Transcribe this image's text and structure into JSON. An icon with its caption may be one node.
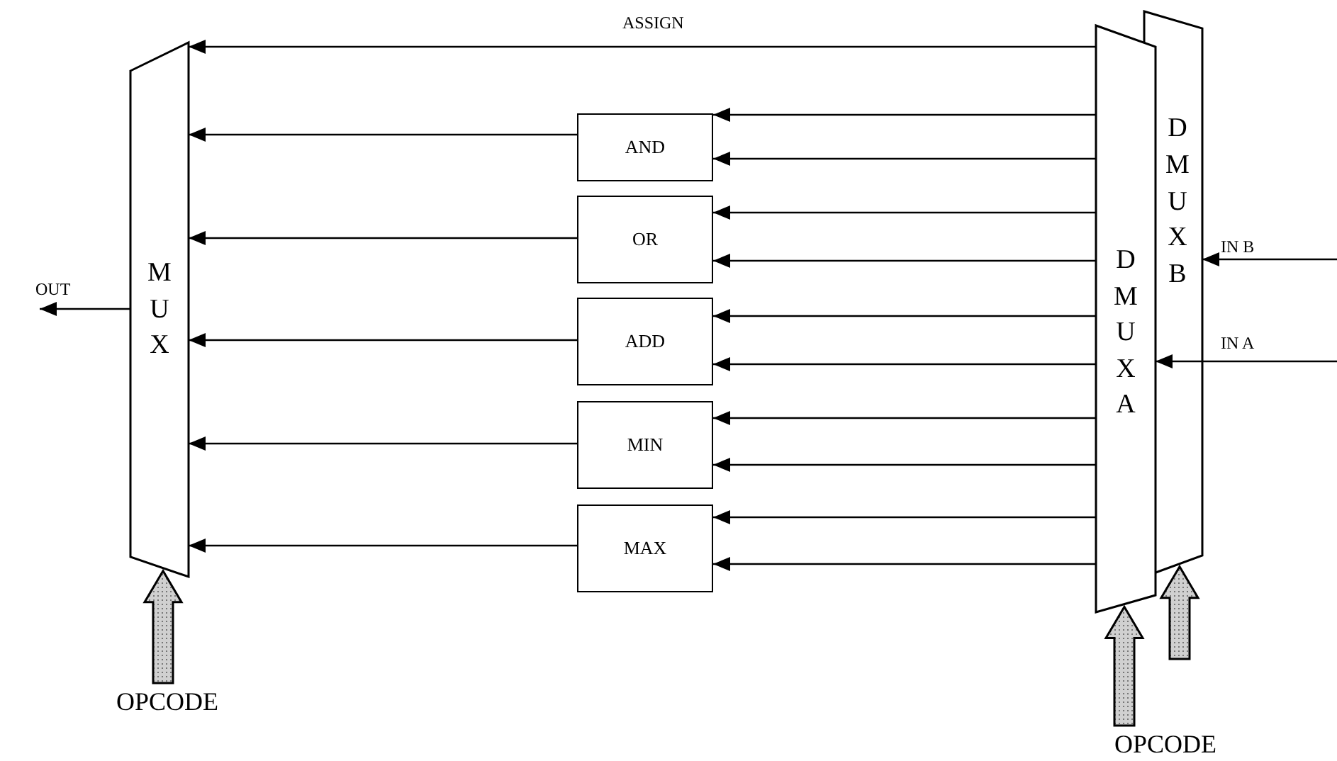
{
  "diagram": {
    "nodes": [
      {
        "text": [
          "MUX"
        ]
      },
      {
        "text": [
          "AND"
        ]
      },
      {
        "text": [
          "OR"
        ]
      },
      {
        "text": [
          "ADD"
        ]
      },
      {
        "text": [
          "MIN"
        ]
      },
      {
        "text": [
          "MAX"
        ]
      },
      {
        "text": [
          "DMUX A"
        ]
      },
      {
        "text": [
          "DMUX B"
        ]
      },
      {
        "text": [
          "OPCODE"
        ]
      },
      {
        "text": [
          "OPCODE"
        ]
      }
    ],
    "edges": [
      {
        "from": 6,
        "to": 0,
        "arrow": "to",
        "label": "ASSIGN"
      },
      {
        "from": 6,
        "to": 1,
        "arrow": "to"
      },
      {
        "from": 6,
        "to": 1,
        "arrow": "to"
      },
      {
        "from": 6,
        "to": 2,
        "arrow": "to"
      },
      {
        "from": 6,
        "to": 2,
        "arrow": "to"
      },
      {
        "from": 6,
        "to": 3,
        "arrow": "to"
      },
      {
        "from": 6,
        "to": 3,
        "arrow": "to"
      },
      {
        "from": 6,
        "to": 4,
        "arrow": "to"
      },
      {
        "from": 6,
        "to": 4,
        "arrow": "to"
      },
      {
        "from": 6,
        "to": 5,
        "arrow": "to"
      },
      {
        "from": 6,
        "to": 5,
        "arrow": "to"
      },
      {
        "from": 1,
        "to": 0,
        "arrow": "to"
      },
      {
        "from": 2,
        "to": 0,
        "arrow": "to"
      },
      {
        "from": 3,
        "to": 0,
        "arrow": "to"
      },
      {
        "from": 4,
        "to": 0,
        "arrow": "to"
      },
      {
        "from": 5,
        "to": 0,
        "arrow": "to"
      },
      {
        "from": 0,
        "to": null,
        "arrow": "to",
        "label": "OUT"
      },
      {
        "from": null,
        "to": 7,
        "arrow": "to",
        "label": "IN B"
      },
      {
        "from": null,
        "to": 6,
        "arrow": "to",
        "label": "IN A"
      },
      {
        "from": 8,
        "to": 0,
        "arrow": "to",
        "style": "thick"
      },
      {
        "from": 9,
        "to": 6,
        "arrow": "to",
        "style": "thick"
      },
      {
        "from": null,
        "to": 7,
        "arrow": "to",
        "style": "thick"
      }
    ]
  }
}
